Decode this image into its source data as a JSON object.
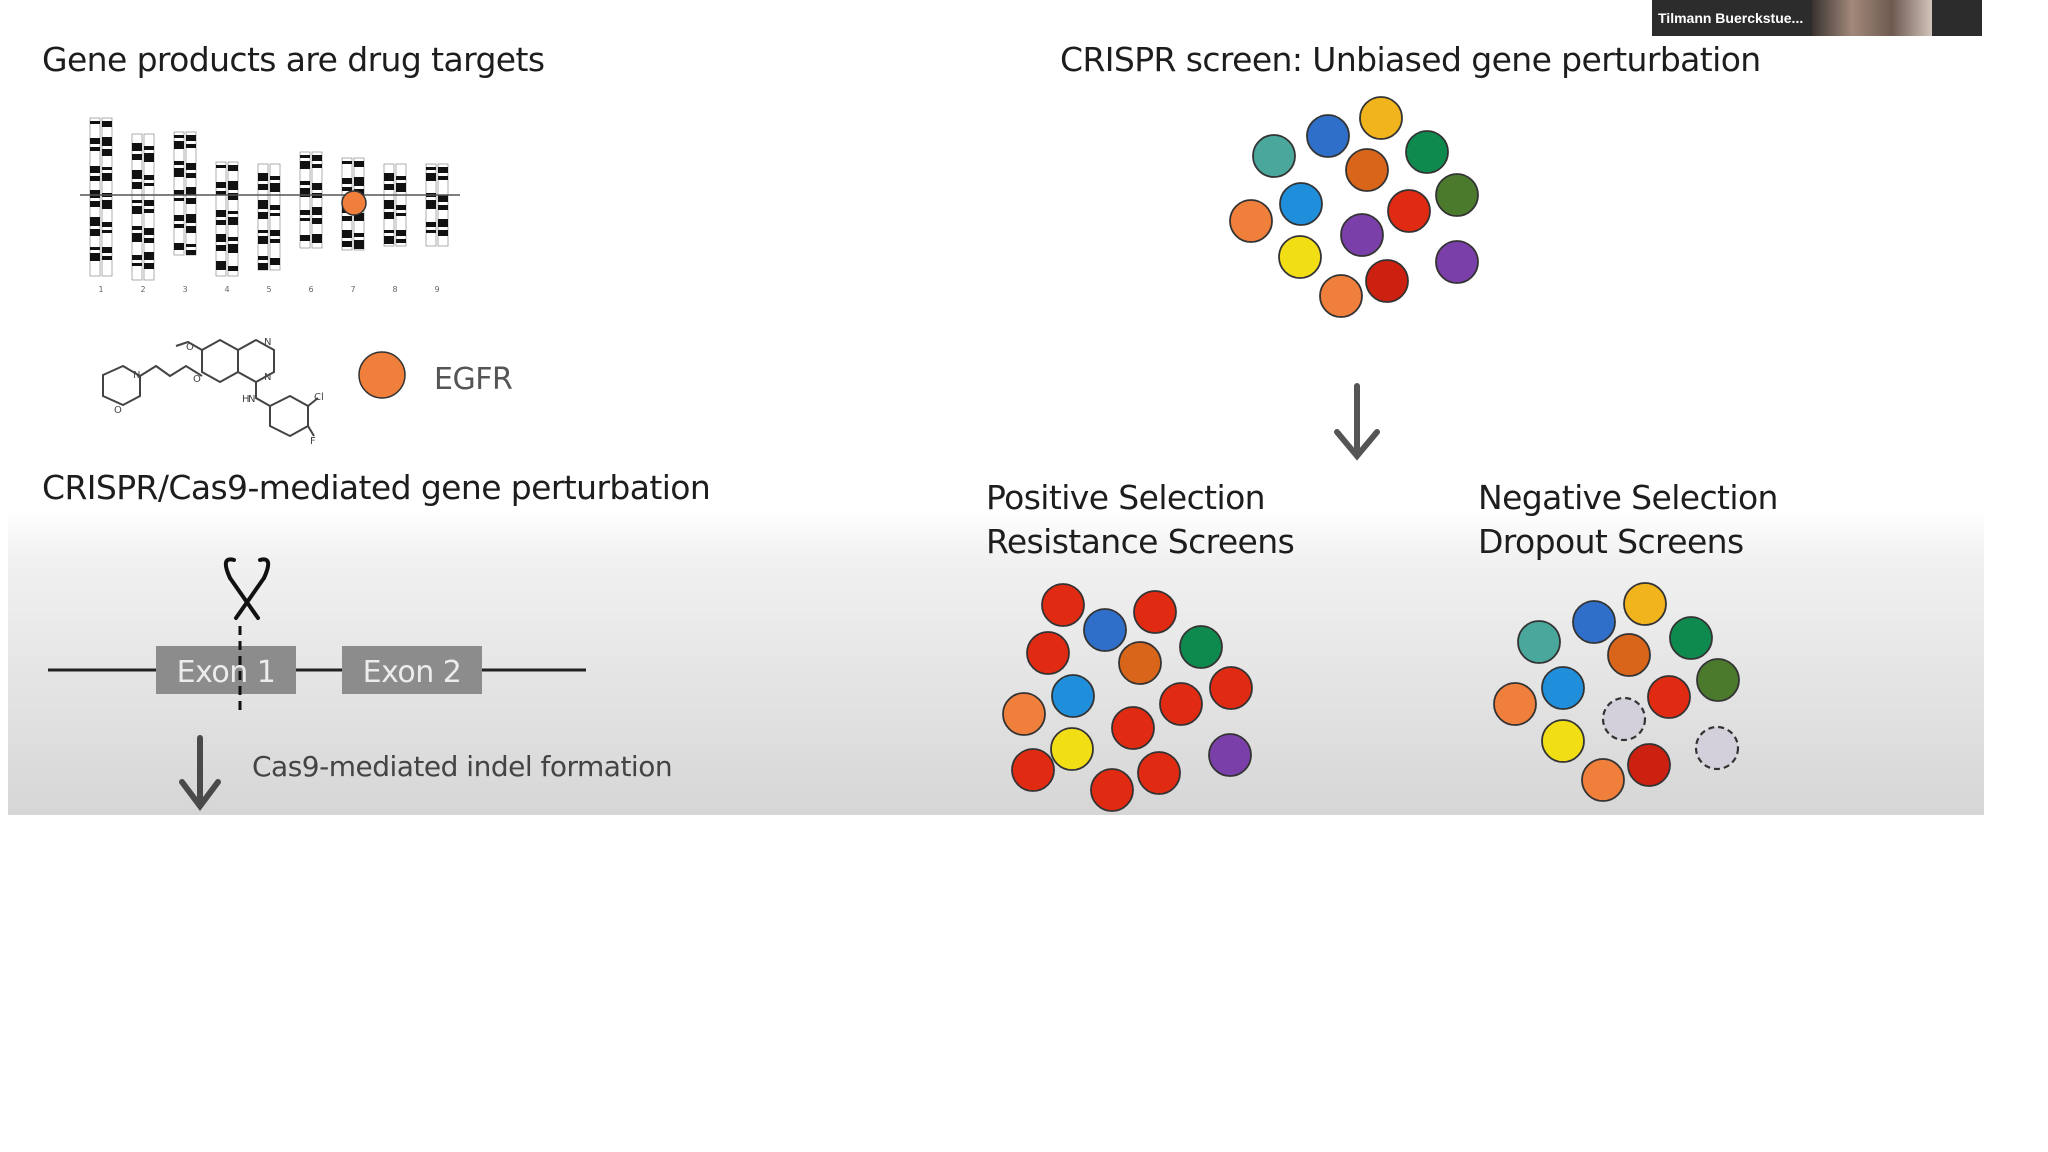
{
  "webcam": {
    "participant_name": "Tilmann Buerckstue..."
  },
  "panel_left": {
    "title_top": "Gene products are drug targets",
    "chromosome_numbers": [
      "1",
      "2",
      "3",
      "4",
      "5",
      "6",
      "7",
      "8",
      "9"
    ],
    "target_label": "EGFR",
    "target_color": "#f07f3c",
    "title_bottom": "CRISPR/Cas9-mediated gene perturbation",
    "exon1_label": "Exon 1",
    "exon2_label": "Exon 2",
    "indel_label": "Cas9-mediated indel formation"
  },
  "panel_right": {
    "title": "CRISPR screen: Unbiased gene perturbation",
    "positive": {
      "line1": "Positive Selection",
      "line2": "Resistance Screens"
    },
    "negative": {
      "line1": "Negative Selection",
      "line2": "Dropout Screens"
    }
  },
  "colors": {
    "teal": "#4aa79c",
    "blue": "#2f6fc9",
    "yellow": "#f2b41c",
    "green": "#0f8a4e",
    "orange": "#d9651a",
    "darkgreen": "#4b7a2d",
    "peach": "#f07f3c",
    "skyblue": "#1f8fdc",
    "red": "#e02a12",
    "purple": "#7a3fa8",
    "lemon": "#f1de14",
    "darkred": "#cc2010",
    "dropout": "#d4d0db"
  }
}
